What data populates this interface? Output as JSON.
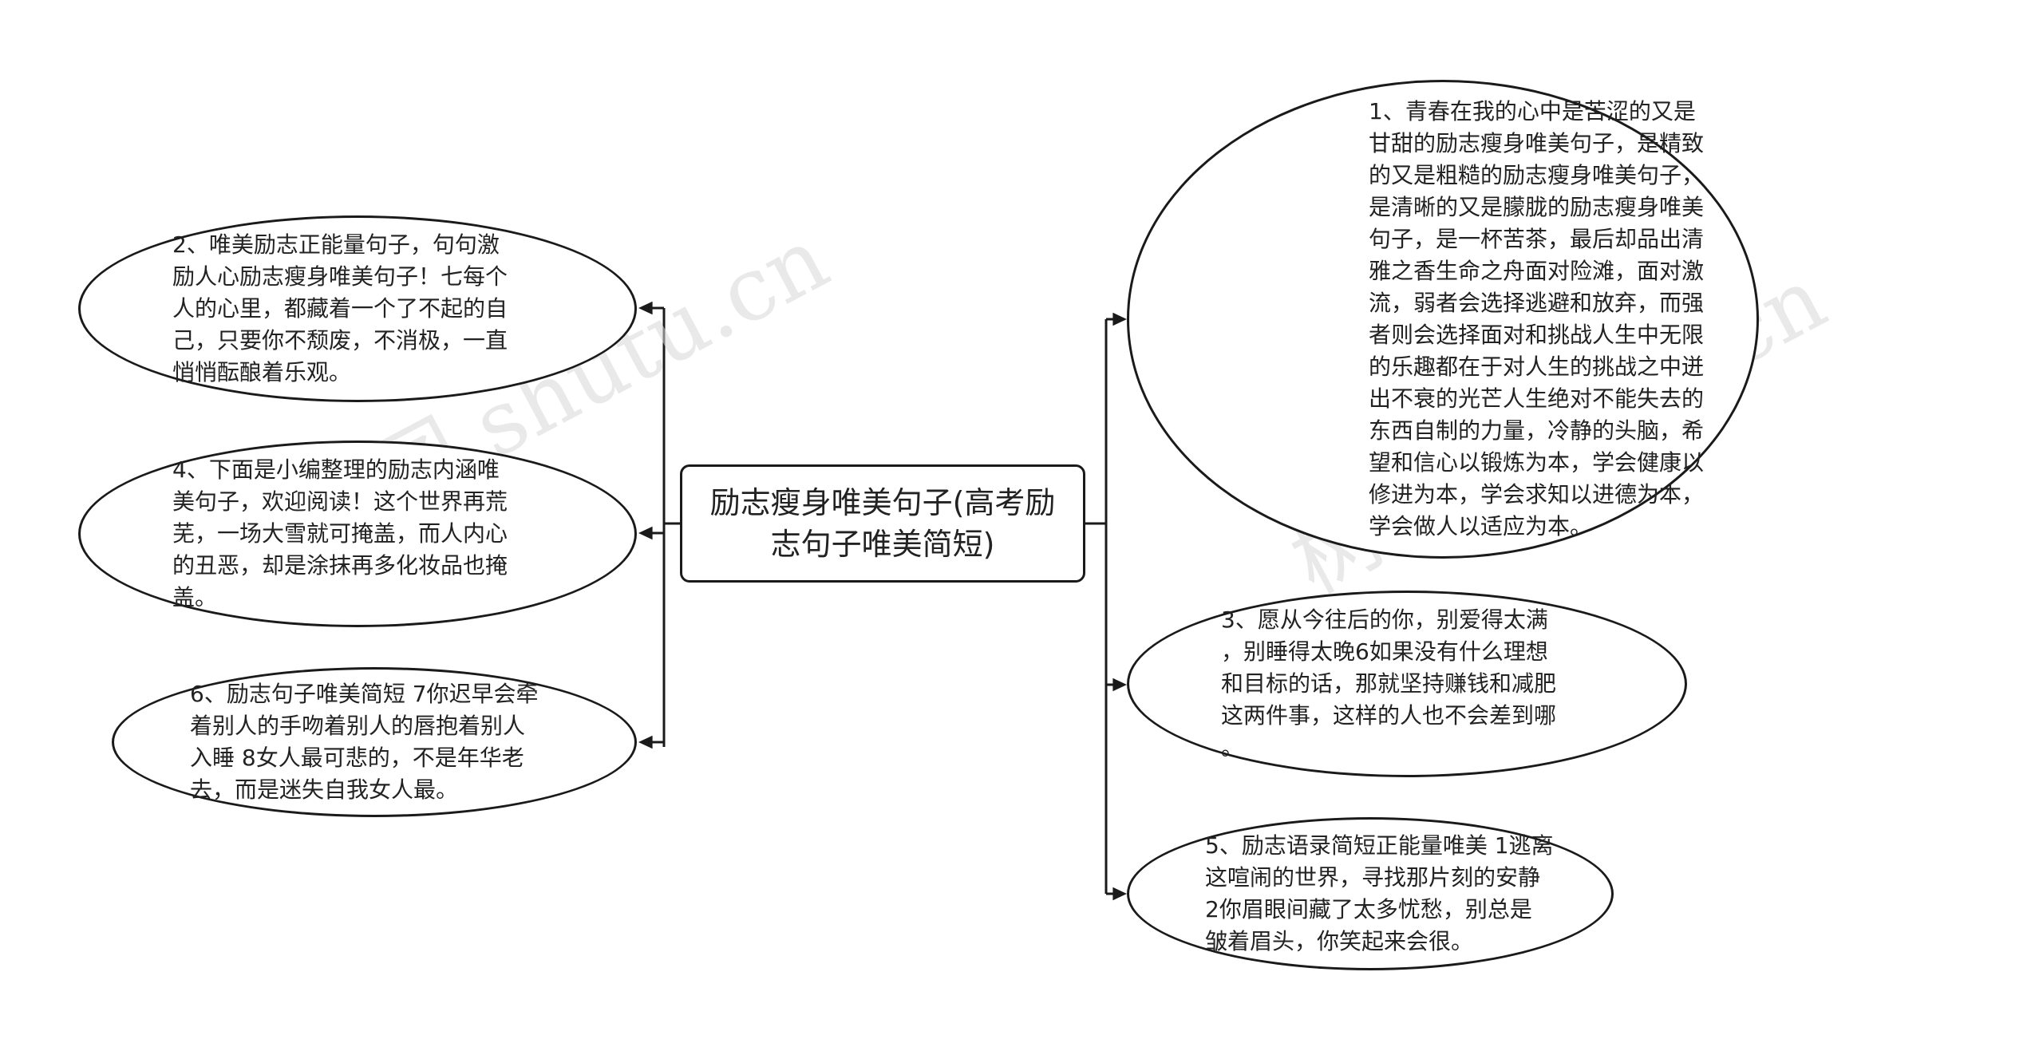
{
  "root": {
    "text": "励志瘦身唯美句子(高考励\n志句子唯美简短)"
  },
  "left_nodes": [
    {
      "text": "2、唯美励志正能量句子，句句激\n励人心励志瘦身唯美句子！七每个\n人的心里，都藏着一个了不起的自\n己，只要你不颓废，不消极，一直\n悄悄酝酿着乐观。"
    },
    {
      "text": "4、下面是小编整理的励志内涵唯\n美句子，欢迎阅读！这个世界再荒\n芜，一场大雪就可掩盖，而人内心\n的丑恶，却是涂抹再多化妆品也掩\n盖。"
    },
    {
      "text": "6、励志句子唯美简短 7你迟早会牵\n着别人的手吻着别人的唇抱着别人\n入睡 8女人最可悲的，不是年华老\n去，而是迷失自我女人最。"
    }
  ],
  "right_nodes": [
    {
      "text": "1、青春在我的心中是苦涩的又是\n甘甜的励志瘦身唯美句子，是精致\n的又是粗糙的励志瘦身唯美句子，\n是清晰的又是朦胧的励志瘦身唯美\n句子，是一杯苦茶，最后却品出清\n雅之香生命之舟面对险滩，面对激\n流，弱者会选择逃避和放弃，而强\n者则会选择面对和挑战人生中无限\n的乐趣都在于对人生的挑战之中迸\n出不衰的光芒人生绝对不能失去的\n东西自制的力量，冷静的头脑，希\n望和信心以锻炼为本，学会健康以\n修进为本，学会求知以进德为本，\n学会做人以适应为本。"
    },
    {
      "text": "3、愿从今往后的你，别爱得太满\n，别睡得太晚6如果没有什么理想\n和目标的话，那就坚持赚钱和减肥\n这两件事，这样的人也不会差到哪\n。"
    },
    {
      "text": "5、励志语录简短正能量唯美 1逃离\n这喧闹的世界，寻找那片刻的安静\n2你眉眼间藏了太多忧愁，别总是\n皱着眉头，你笑起来会很。"
    }
  ],
  "watermarks": [
    "树图 shutu.cn",
    "树图 shutu.cn"
  ],
  "colors": {
    "line": "#1a1a1a",
    "border": "#1a1a1a",
    "background": "#ffffff"
  }
}
